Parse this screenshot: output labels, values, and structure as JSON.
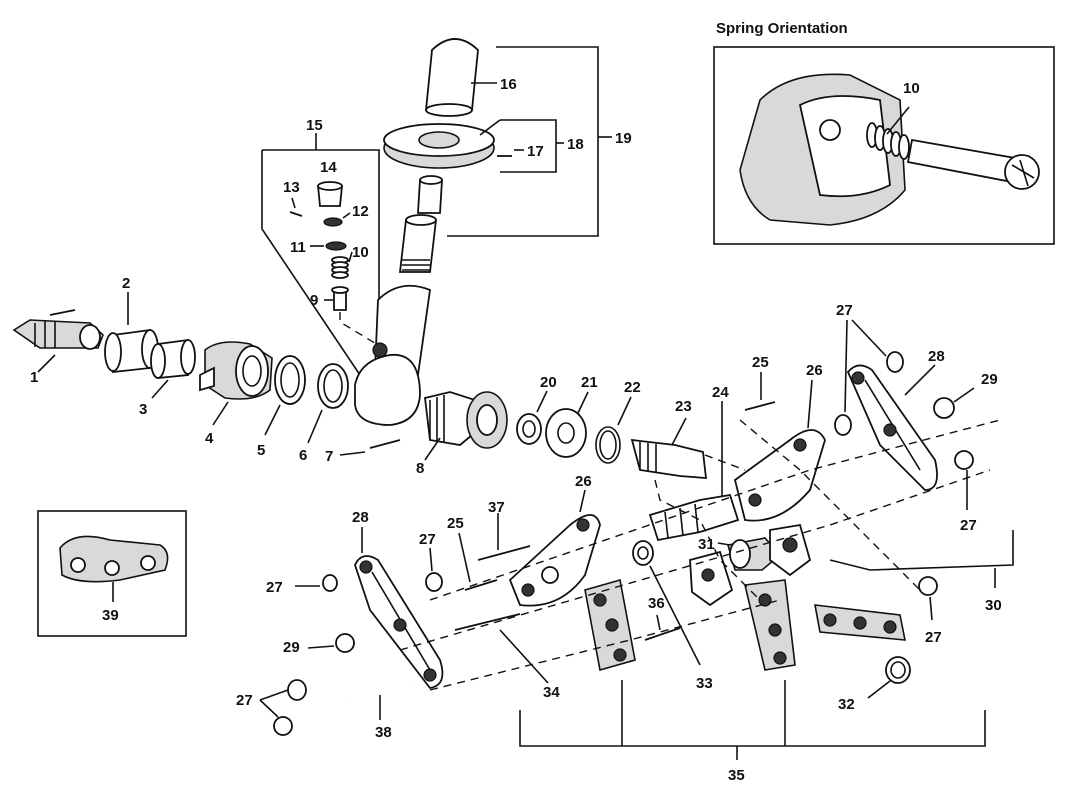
{
  "title": "Spring Orientation",
  "labels": {
    "n1": "1",
    "n2": "2",
    "n3": "3",
    "n4": "4",
    "n5": "5",
    "n6": "6",
    "n7": "7",
    "n8": "8",
    "n9": "9",
    "n10": "10",
    "n10b": "10",
    "n11": "11",
    "n12": "12",
    "n13": "13",
    "n14": "14",
    "n15": "15",
    "n16": "16",
    "n17": "17",
    "n18": "18",
    "n19": "19",
    "n20": "20",
    "n21": "21",
    "n22": "22",
    "n23": "23",
    "n24": "24",
    "n25a": "25",
    "n25b": "25",
    "n26a": "26",
    "n26b": "26",
    "n27a": "27",
    "n27b": "27",
    "n27c": "27",
    "n27d": "27",
    "n27e": "27",
    "n27f": "27",
    "n28a": "28",
    "n28b": "28",
    "n29a": "29",
    "n29b": "29",
    "n30": "30",
    "n31": "31",
    "n32": "32",
    "n33": "33",
    "n34": "34",
    "n35": "35",
    "n36": "36",
    "n37": "37",
    "n38": "38",
    "n39": "39"
  }
}
